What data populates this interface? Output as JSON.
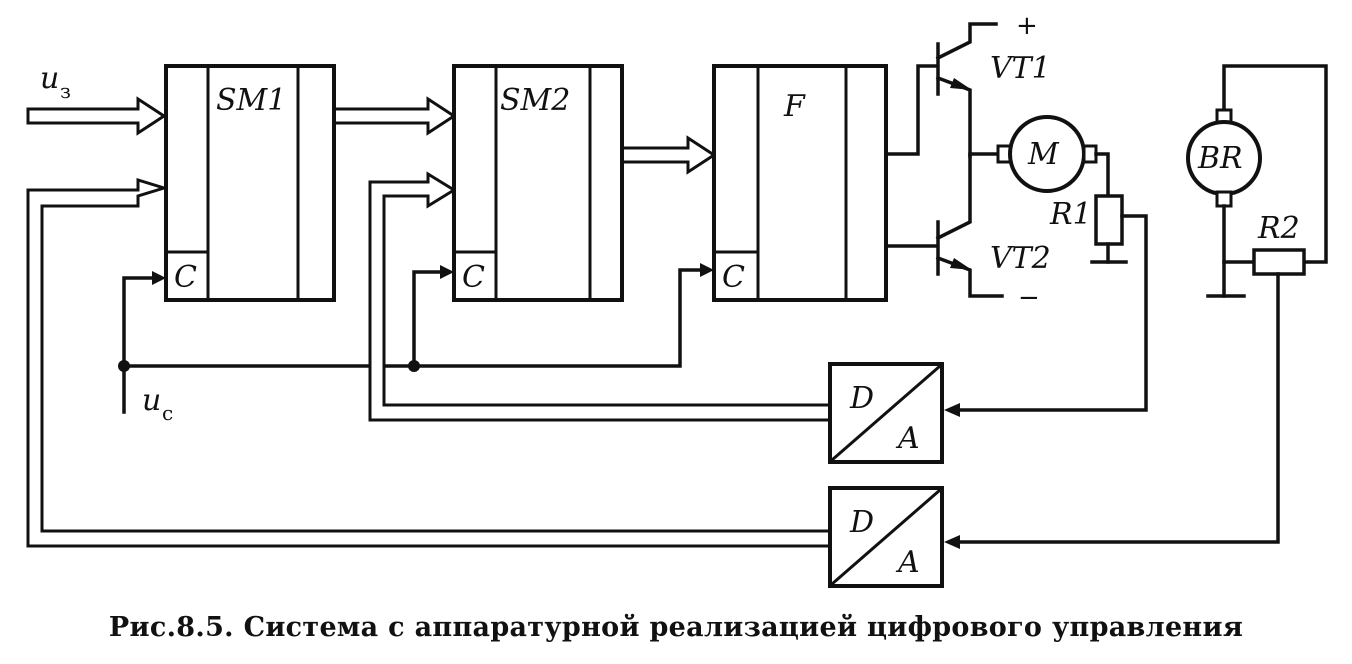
{
  "diagram": {
    "inputs": {
      "setpoint_main": "u",
      "setpoint_sub": "з",
      "clock_main": "u",
      "clock_sub": "с"
    },
    "blocks": {
      "sm1": "SM1",
      "sm2": "SM2",
      "f": "F",
      "clock_input": "C",
      "dac_top_d": "D",
      "dac_top_a": "A",
      "dac_bottom_d": "D",
      "dac_bottom_a": "A"
    },
    "components": {
      "vt1": "VT1",
      "vt2": "VT2",
      "motor": "M",
      "tachogenerator": "BR",
      "r1": "R1",
      "r2": "R2",
      "plus": "+",
      "minus": "−"
    }
  },
  "caption": "Рис.8.5. Система с аппаратурной реализацией цифрового управления"
}
